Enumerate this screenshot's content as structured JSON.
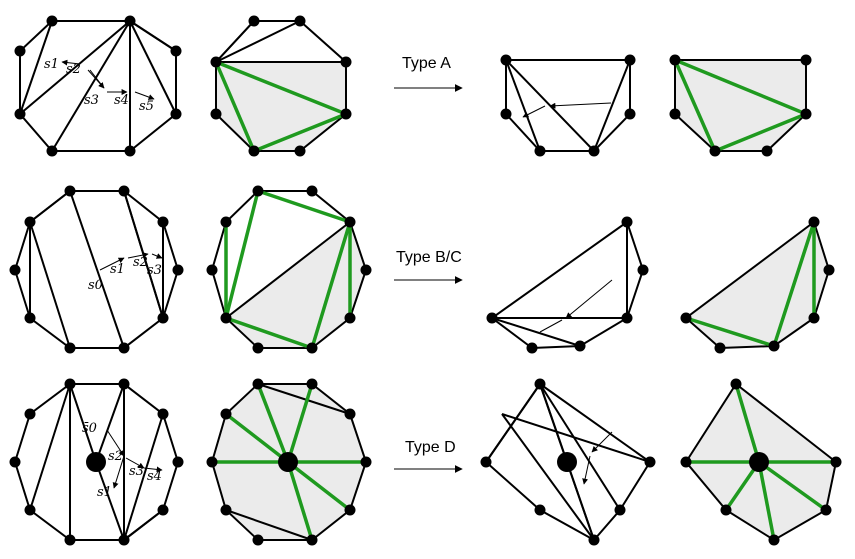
{
  "rows": [
    {
      "type_label": "Type A",
      "arrow_labels": [
        "s1",
        "s2",
        "s3",
        "s4",
        "s5"
      ]
    },
    {
      "type_label": "Type B/C",
      "arrow_labels": [
        "s0",
        "s1",
        "s2",
        "s3"
      ]
    },
    {
      "type_label": "Type D",
      "arrow_labels": [
        "s̄0",
        "s1",
        "s2",
        "s3",
        "s4"
      ]
    }
  ],
  "colors": {
    "edge": "#000000",
    "highlight": "#1f9a1f",
    "shading": "#ebebeb"
  }
}
